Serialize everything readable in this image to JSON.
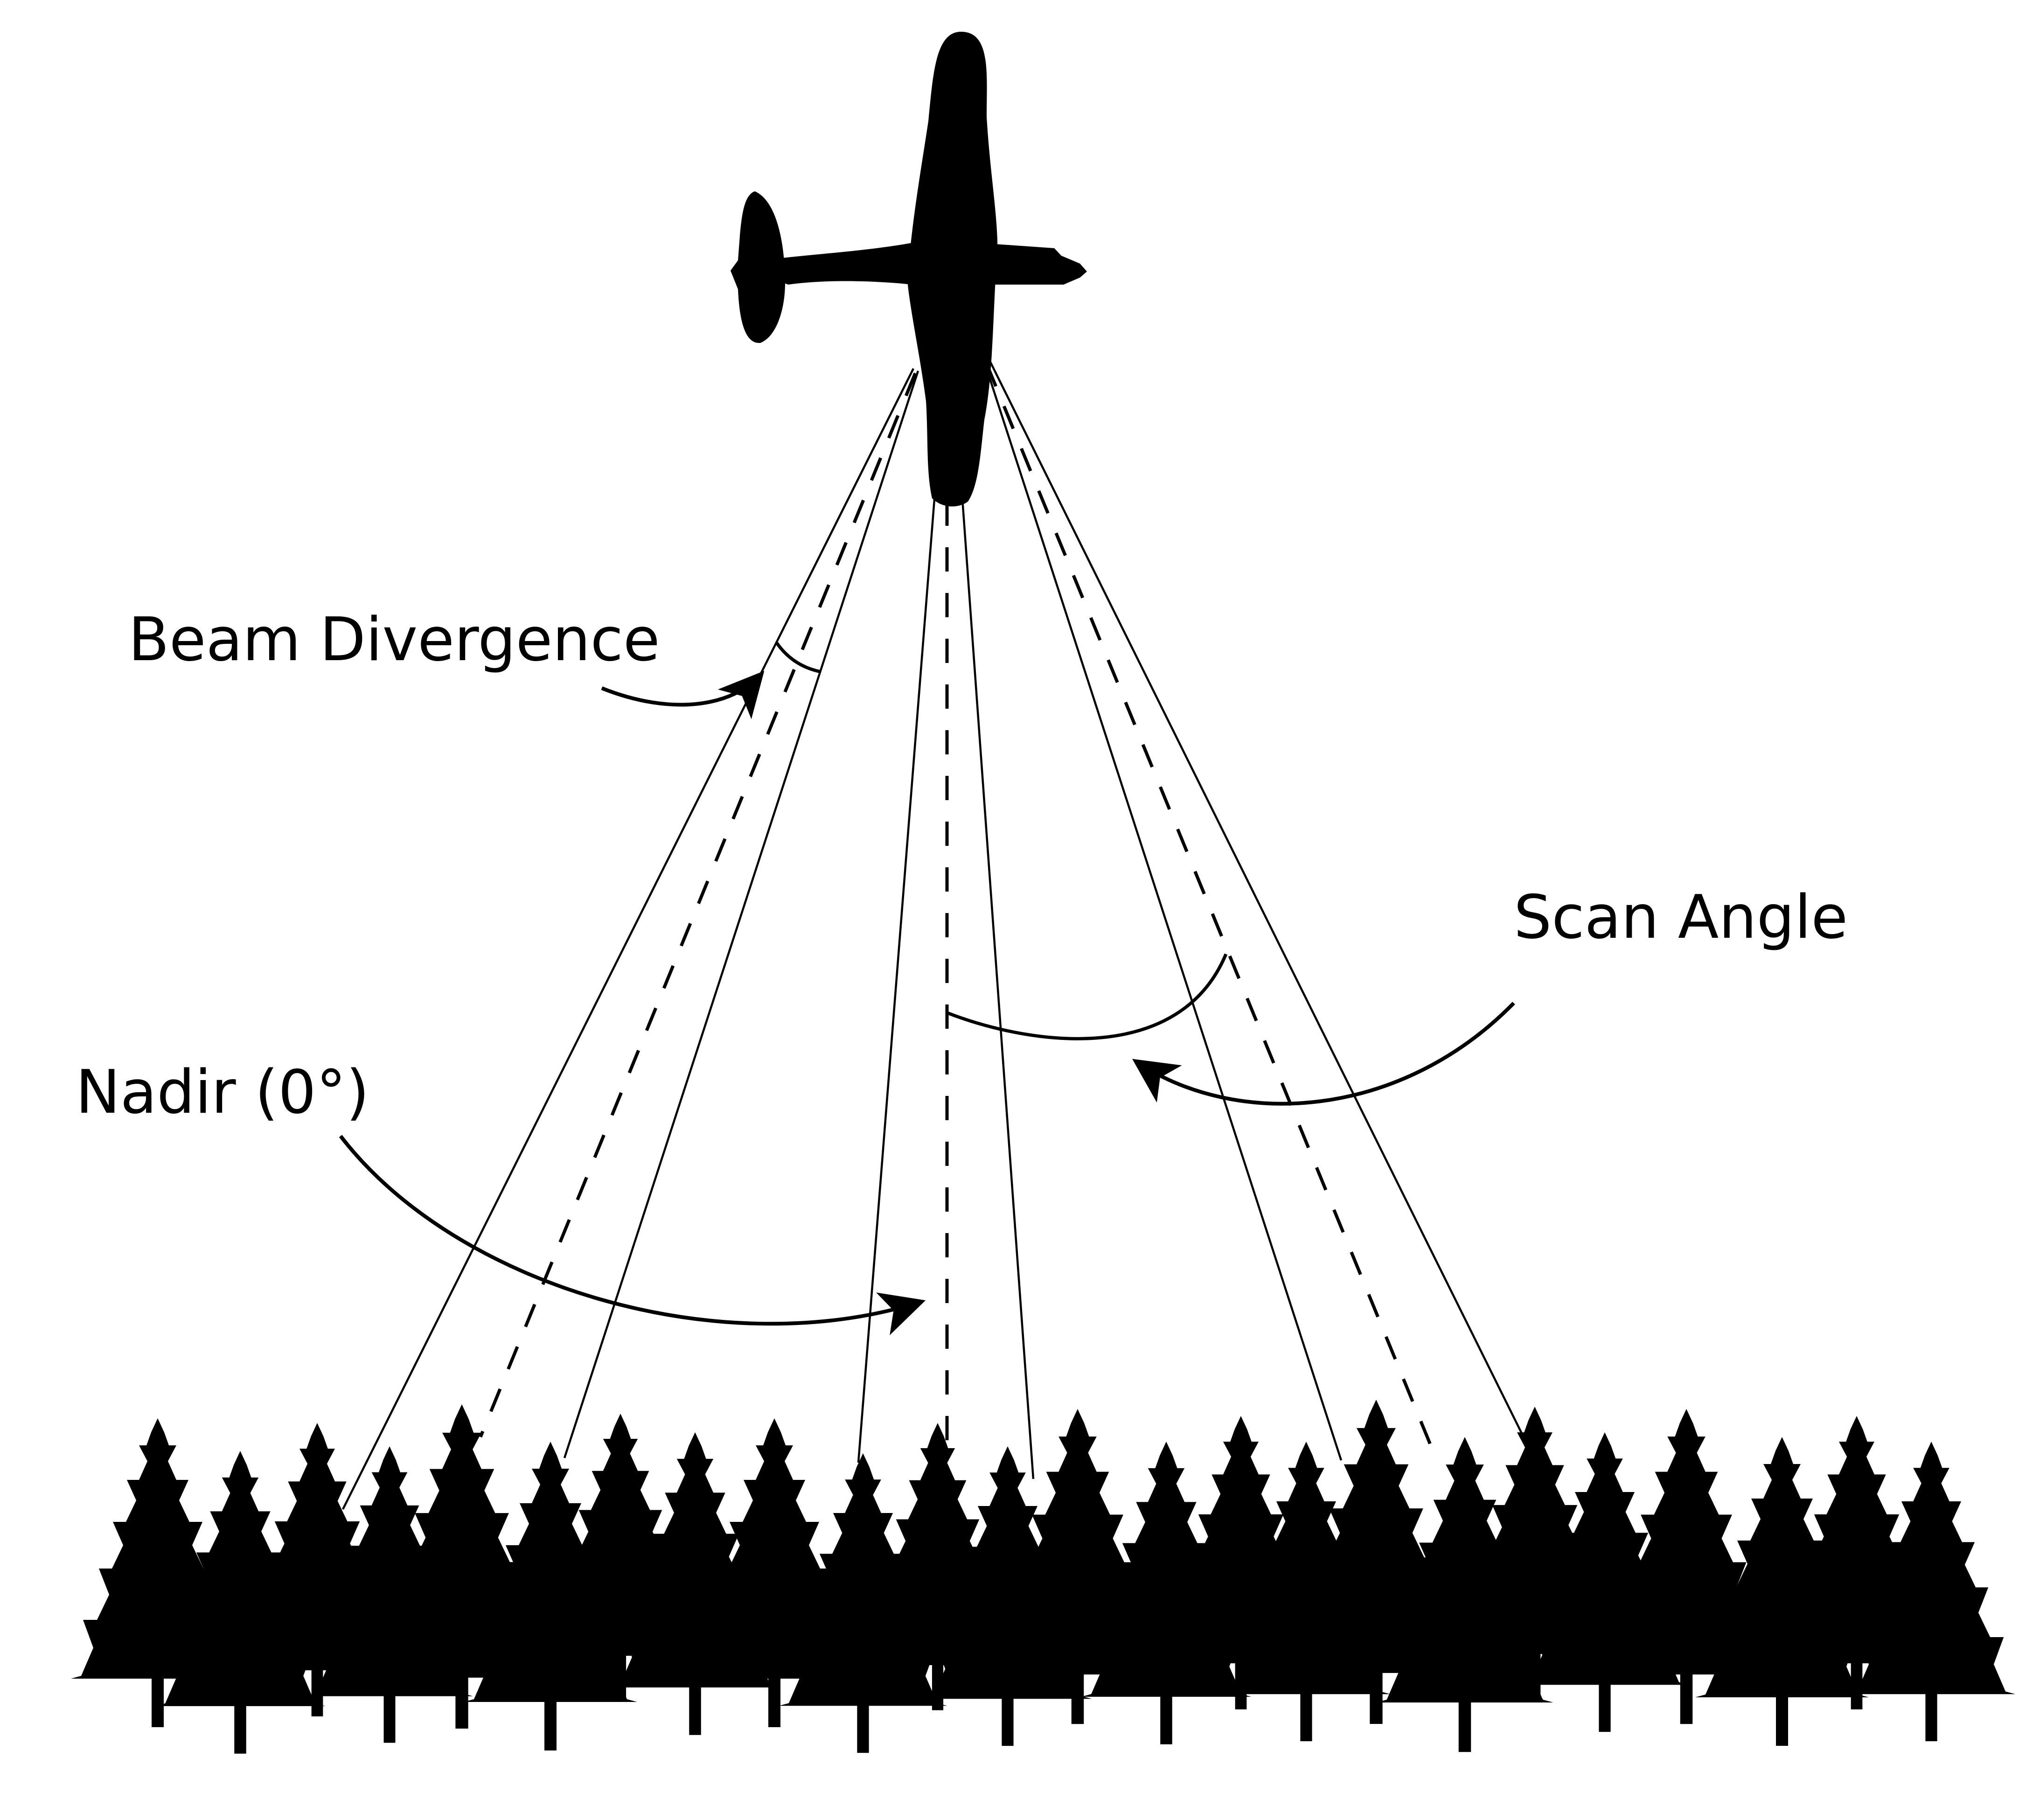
{
  "labels": {
    "beam_divergence": "Beam Divergence",
    "scan_angle": "Scan Angle",
    "nadir": "Nadir (0°)"
  },
  "colors": {
    "ink": "#000000",
    "background": "#ffffff"
  },
  "icons": {
    "aircraft": "airplane-silhouette-icon",
    "tree": "conifer-tree-icon"
  }
}
